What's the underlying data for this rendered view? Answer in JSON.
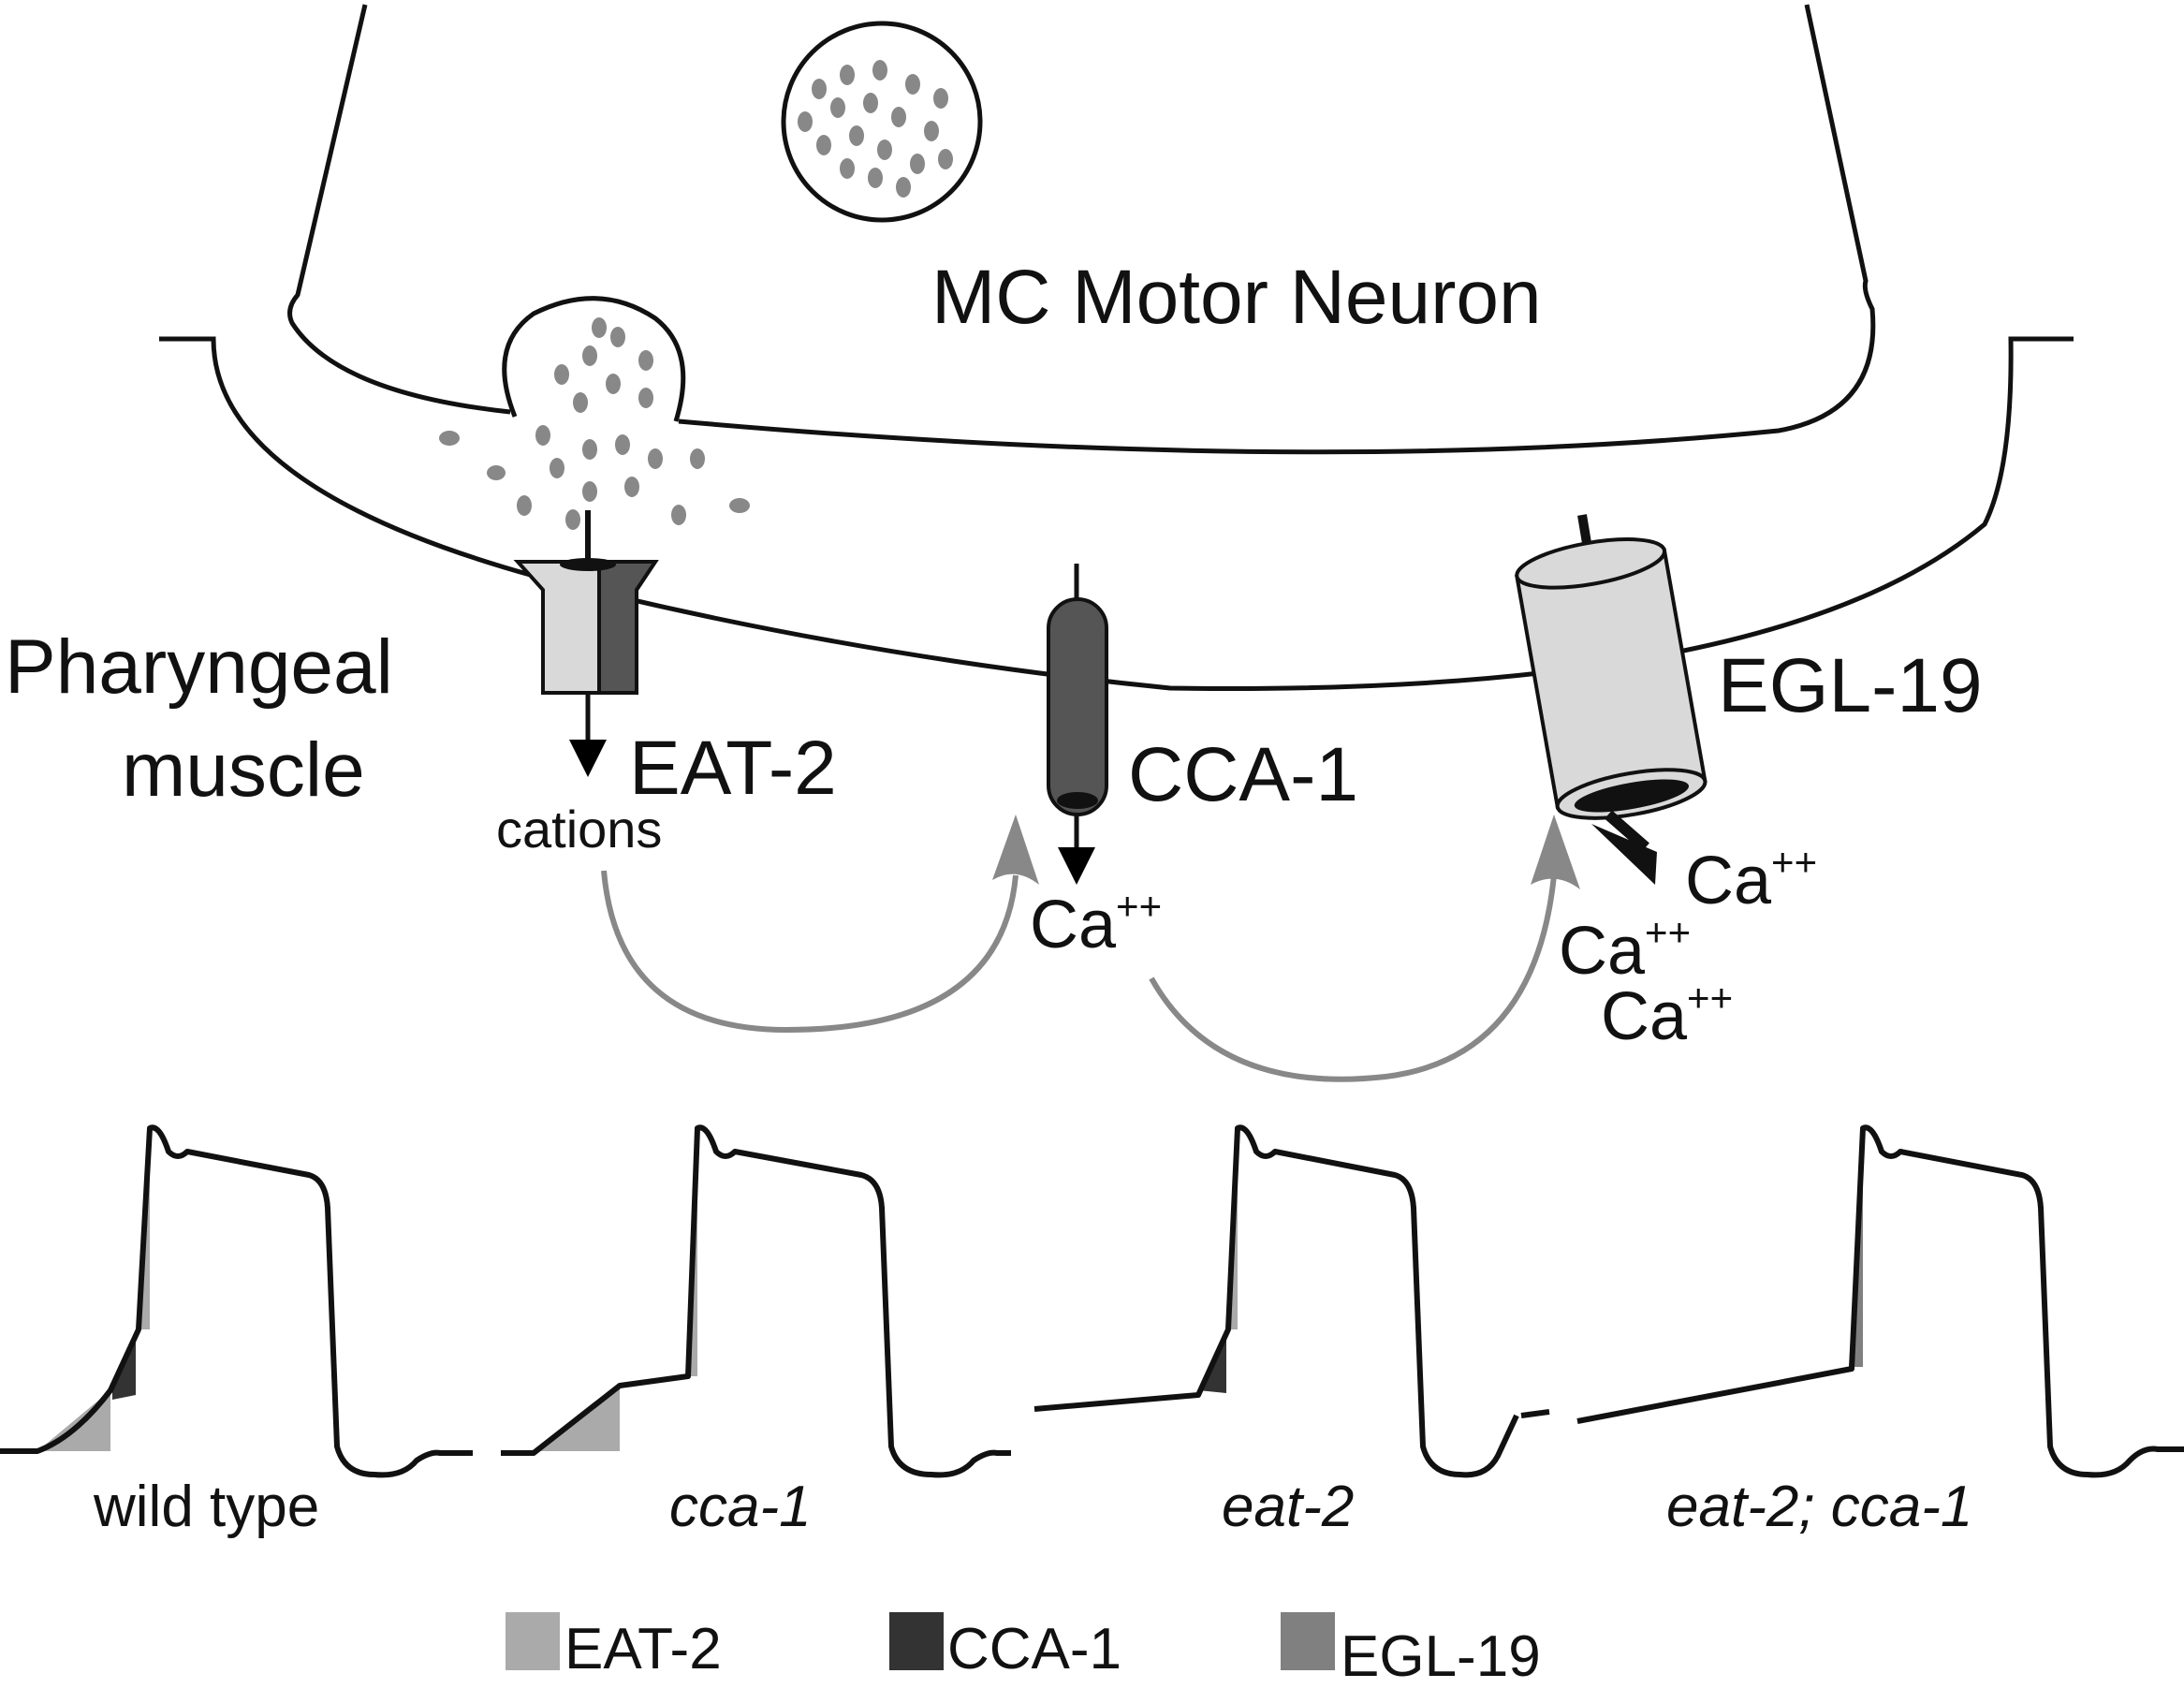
{
  "neuron_label": "MC Motor Neuron",
  "muscle_label_line1": "Pharyngeal",
  "muscle_label_line2": "muscle",
  "channels": {
    "eat2": {
      "label": "EAT-2",
      "flux": "cations"
    },
    "cca1": {
      "label": "CCA-1",
      "flux": "Ca",
      "flux_sup": "++"
    },
    "egl19": {
      "label": "EGL-19",
      "flux": [
        "Ca",
        "Ca",
        "Ca"
      ],
      "flux_sup": "++"
    }
  },
  "genotypes": [
    "wild type",
    "cca-1",
    "eat-2",
    "eat-2; cca-1"
  ],
  "legend": [
    {
      "label": "EAT-2",
      "color": "#aaaaaa"
    },
    {
      "label": "CCA-1",
      "color": "#333333"
    },
    {
      "label": "EGL-19",
      "color": "#808080"
    }
  ],
  "colors": {
    "eat2_fill": "#aaaaaa",
    "cca1_fill": "#333333",
    "egl19_fill": "#808080",
    "arrow_gray": "#888888",
    "vesicle_gray": "#888888"
  }
}
